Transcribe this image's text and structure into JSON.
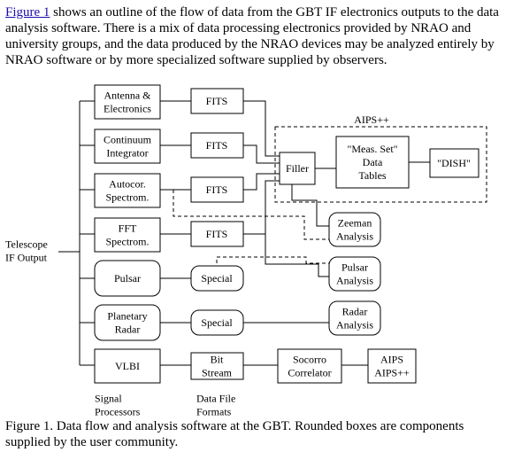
{
  "intro": {
    "link_text": "Figure 1",
    "text": " shows an outline of the flow of data from the GBT IF electronics outputs to the data analysis software. There is a mix of data processing electronics provided by NRAO and university groups, and the data produced by the NRAO devices may be analyzed entirely by NRAO software or by more specialized software supplied by observers."
  },
  "diagram": {
    "source_label": [
      "Telescope",
      "IF Output"
    ],
    "aips_group_label": "AIPS++",
    "processors": [
      [
        "Antenna  &",
        "Electronics"
      ],
      [
        "Continuum",
        "Integrator"
      ],
      [
        "Autocor.",
        "Spectrom."
      ],
      [
        "FFT",
        "Spectrom."
      ],
      [
        "Pulsar"
      ],
      [
        "Planetary",
        "Radar"
      ],
      [
        "VLBI"
      ]
    ],
    "formats": [
      [
        "FITS"
      ],
      [
        "FITS"
      ],
      [
        "FITS"
      ],
      [
        "FITS"
      ],
      [
        "Special"
      ],
      [
        "Special"
      ],
      [
        "Bit",
        "Stream"
      ]
    ],
    "filler": [
      "Filler"
    ],
    "meas_set": [
      "\"Meas. Set\"",
      "Data",
      "Tables"
    ],
    "dish": [
      "\"DISH\""
    ],
    "zeeman": [
      "Zeeman",
      "Analysis"
    ],
    "pulsar_analysis": [
      "Pulsar",
      "Analysis"
    ],
    "radar_analysis": [
      "Radar",
      "Analysis"
    ],
    "socorro": [
      "Socorro",
      "Correlator"
    ],
    "aips_final": [
      "AIPS",
      "AIPS++"
    ],
    "column_labels": {
      "processors": [
        "Signal",
        "Processors"
      ],
      "formats": [
        "Data File",
        "Formats"
      ]
    }
  },
  "caption": "Figure 1. Data flow and analysis software at the GBT. Rounded boxes are components supplied by the user community."
}
